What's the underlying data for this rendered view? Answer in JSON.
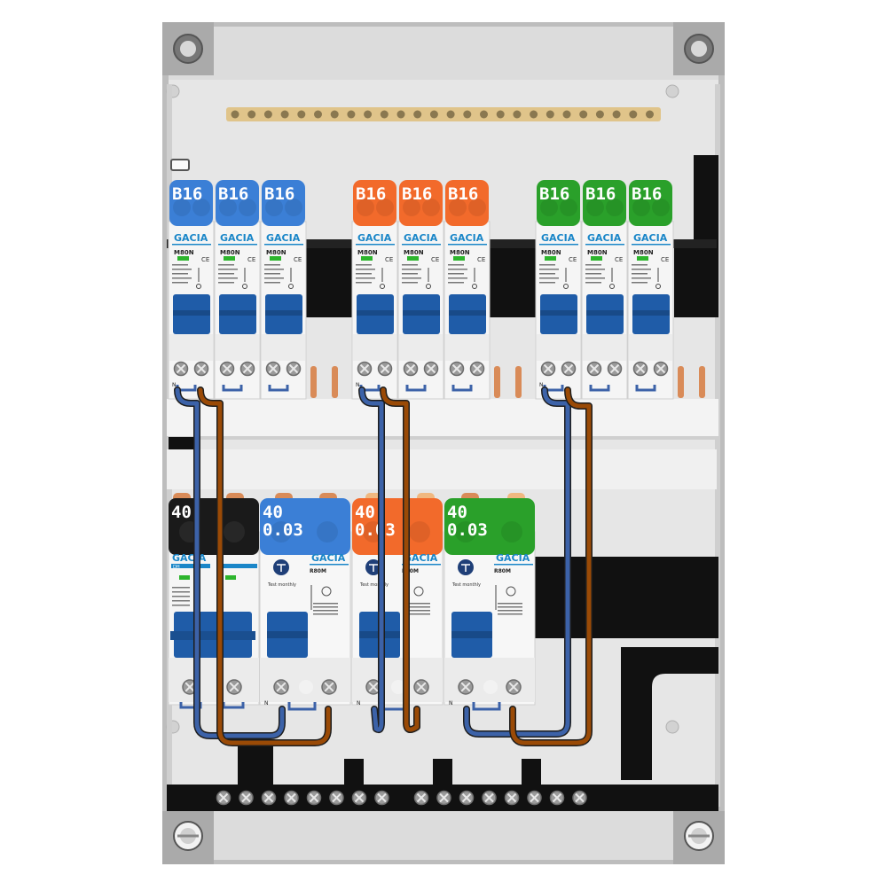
{
  "colors": {
    "blue": "#3b7fd6",
    "orange": "#f26a2b",
    "green": "#2aa02a",
    "black": "#1a1a1a",
    "toggle": "#1f5ca8",
    "wire_blue": "#3c62a8",
    "wire_brown": "#9a4a06",
    "copper": "#d98b58",
    "busbar": "#e0c48a"
  },
  "brand": "GACIA",
  "mcb": {
    "model": "M80N",
    "rating": "B16",
    "groups": [
      {
        "color": "blue"
      },
      {
        "color": "orange"
      },
      {
        "color": "green"
      }
    ],
    "terminal_label": "N"
  },
  "rcd_row": {
    "main_switch": {
      "rating": "40",
      "model": "DH",
      "color": "black"
    },
    "rcds": [
      {
        "rating": "40",
        "sensitivity": "0.03",
        "color": "blue",
        "model": "R80M",
        "test_text": "Test monthly"
      },
      {
        "rating": "40",
        "sensitivity": "0.03",
        "color": "orange",
        "model": "R80M",
        "test_text": "Test monthly"
      },
      {
        "rating": "40",
        "sensitivity": "0.03",
        "color": "green",
        "model": "R80M",
        "test_text": "Test monthly"
      }
    ],
    "terminal_label": "N"
  },
  "icons": [
    "screw-icon",
    "mounting-hole-icon",
    "test-button-icon",
    "ce-mark-icon"
  ]
}
